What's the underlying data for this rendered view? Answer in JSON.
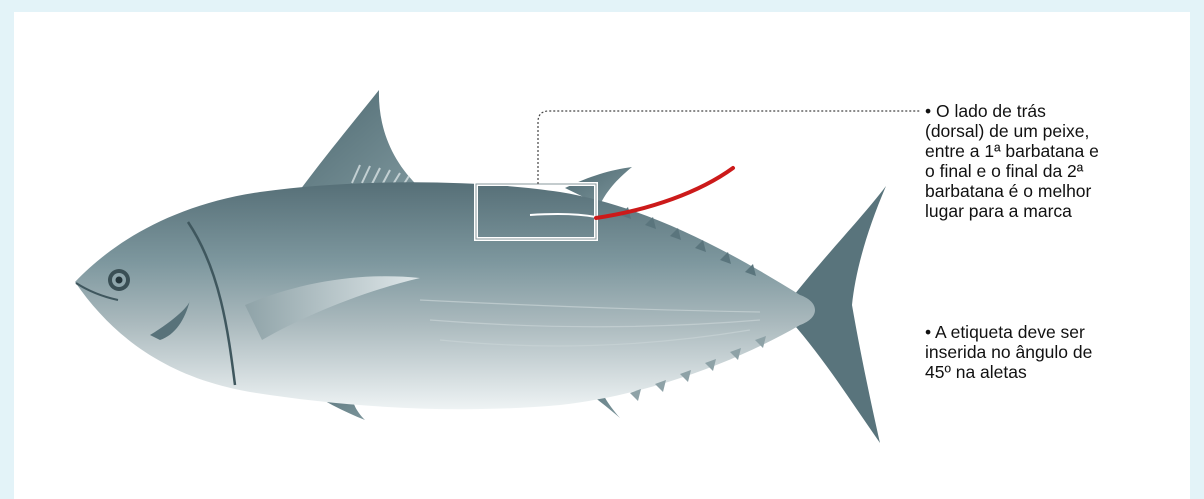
{
  "background_color": "#e3f3f8",
  "fish": {
    "name": "tuna",
    "body_color": "#6e8a92",
    "belly_color": "#e6eef0",
    "fin_color": "#5f7c84"
  },
  "tag": {
    "color": "#cc1a1a"
  },
  "notes": [
    {
      "text": "• O lado de trás\n(dorsal) de um peixe,\nentre a 1ª barbatana e\no final e o final da 2ª\nbarbatana é o melhor\nlugar para a marca"
    },
    {
      "text": "• A etiqueta deve ser\ninserida no ângulo de\n45º na aletas"
    }
  ]
}
